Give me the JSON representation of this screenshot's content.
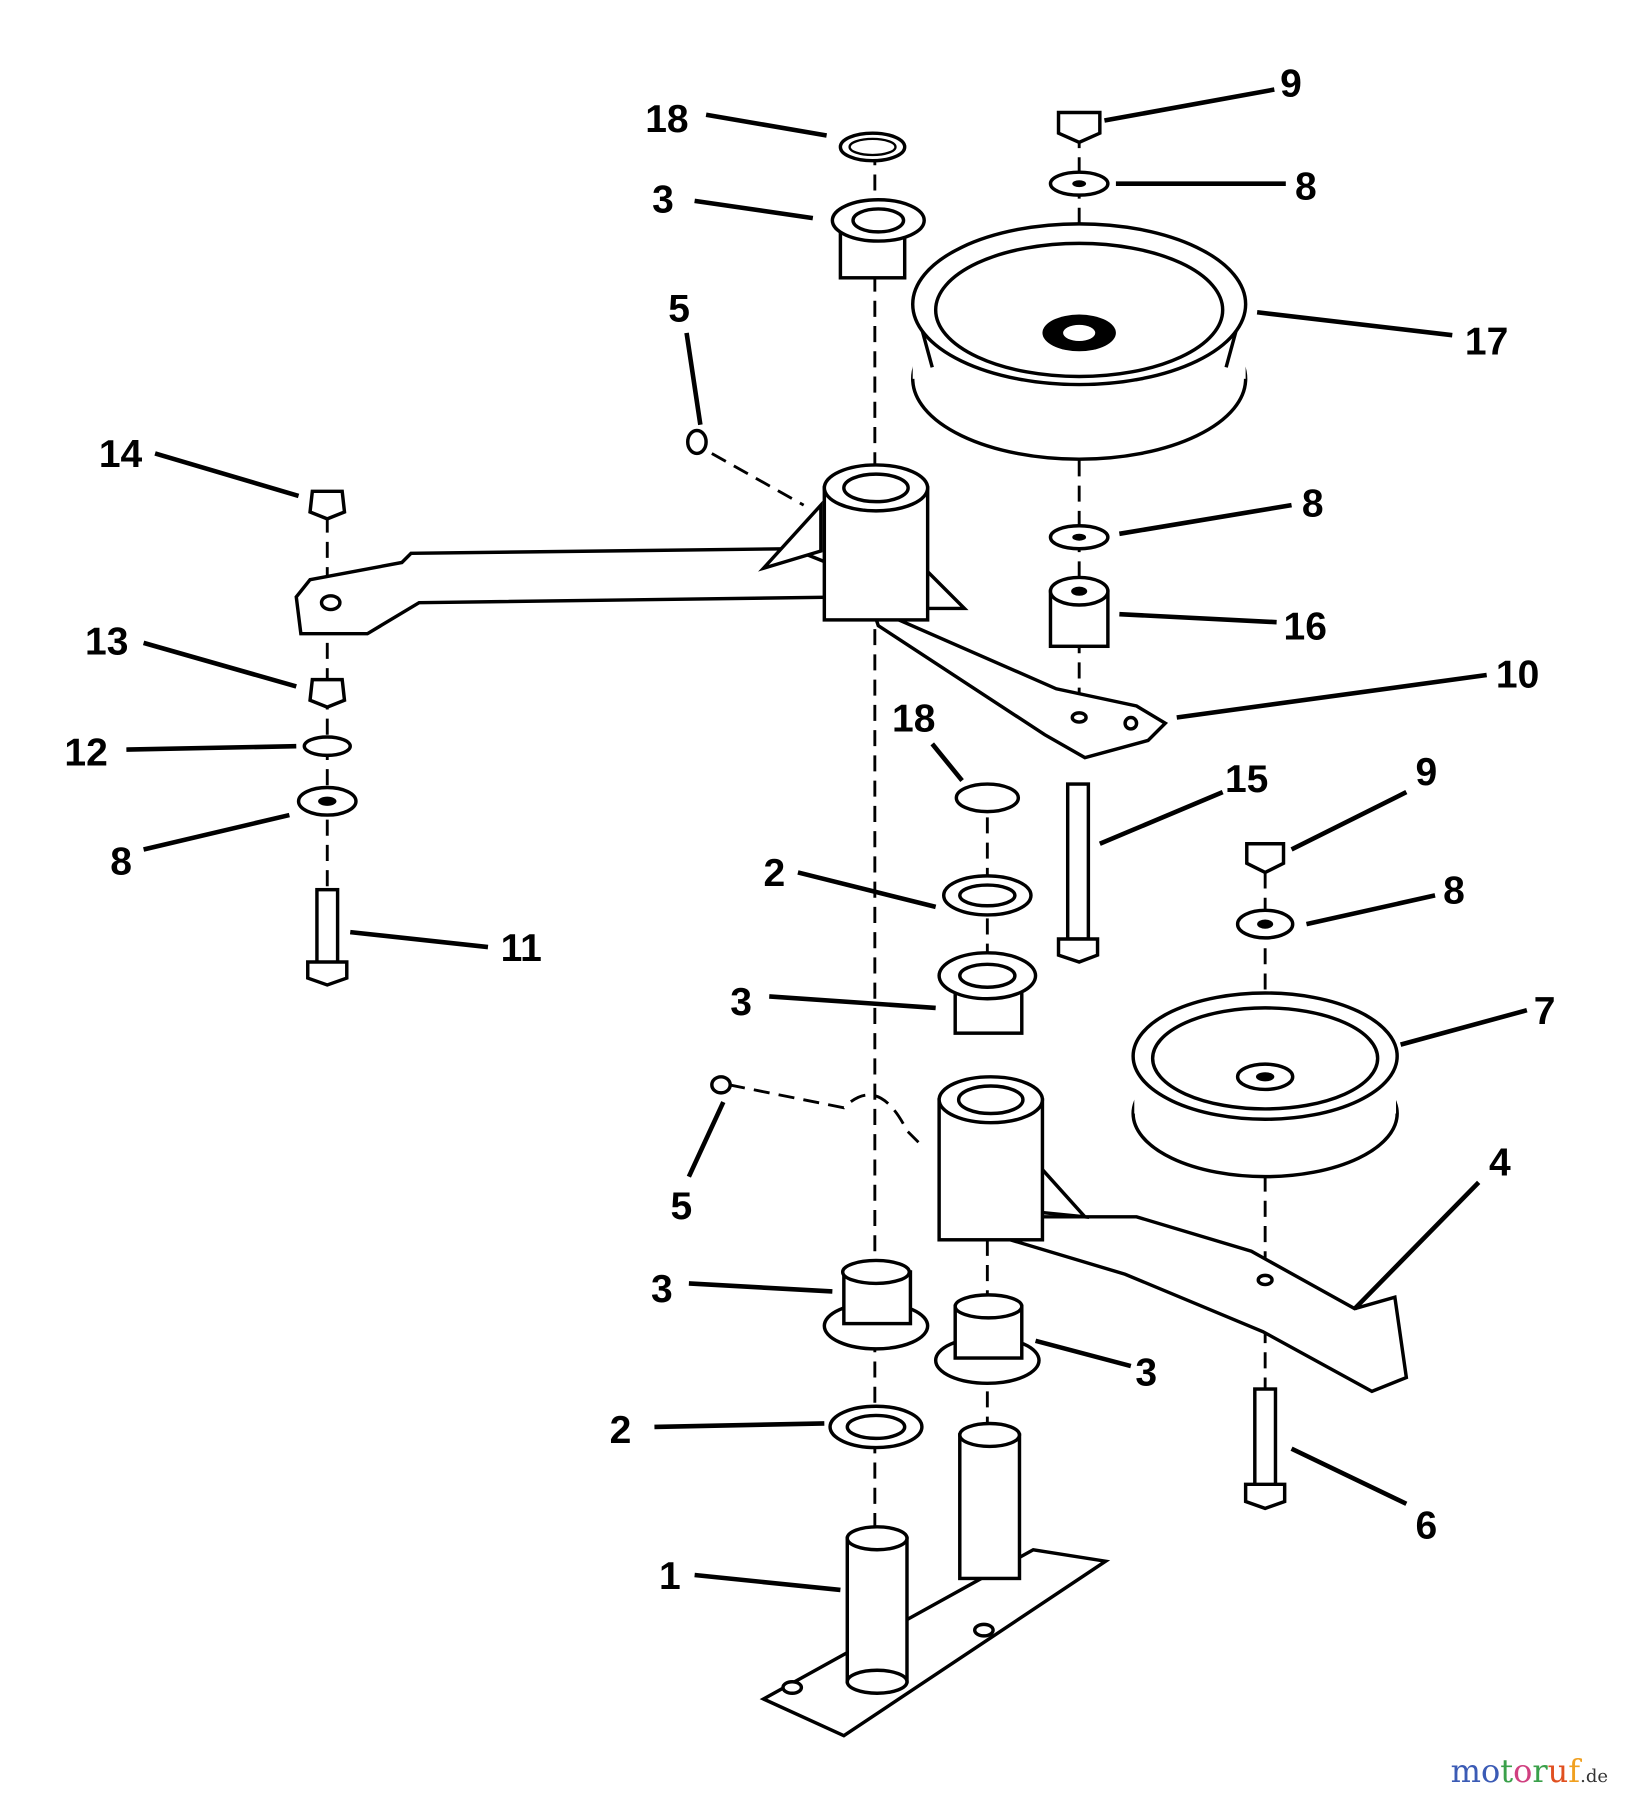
{
  "diagram": {
    "title": "Idler pulley arm assembly exploded view",
    "callouts": [
      "9",
      "18",
      "8",
      "3",
      "5",
      "17",
      "14",
      "8",
      "16",
      "13",
      "10",
      "18",
      "12",
      "9",
      "15",
      "8",
      "2",
      "8",
      "11",
      "3",
      "7",
      "4",
      "5",
      "3",
      "3",
      "2",
      "6",
      "1"
    ]
  },
  "watermark": {
    "text": "motoruf",
    "suffix": ".de",
    "colors": [
      "#3b5bb5",
      "#3b5bb5",
      "#3aa04a",
      "#d04080",
      "#3aa04a",
      "#e05020",
      "#f0a020",
      "#f0c020"
    ]
  }
}
